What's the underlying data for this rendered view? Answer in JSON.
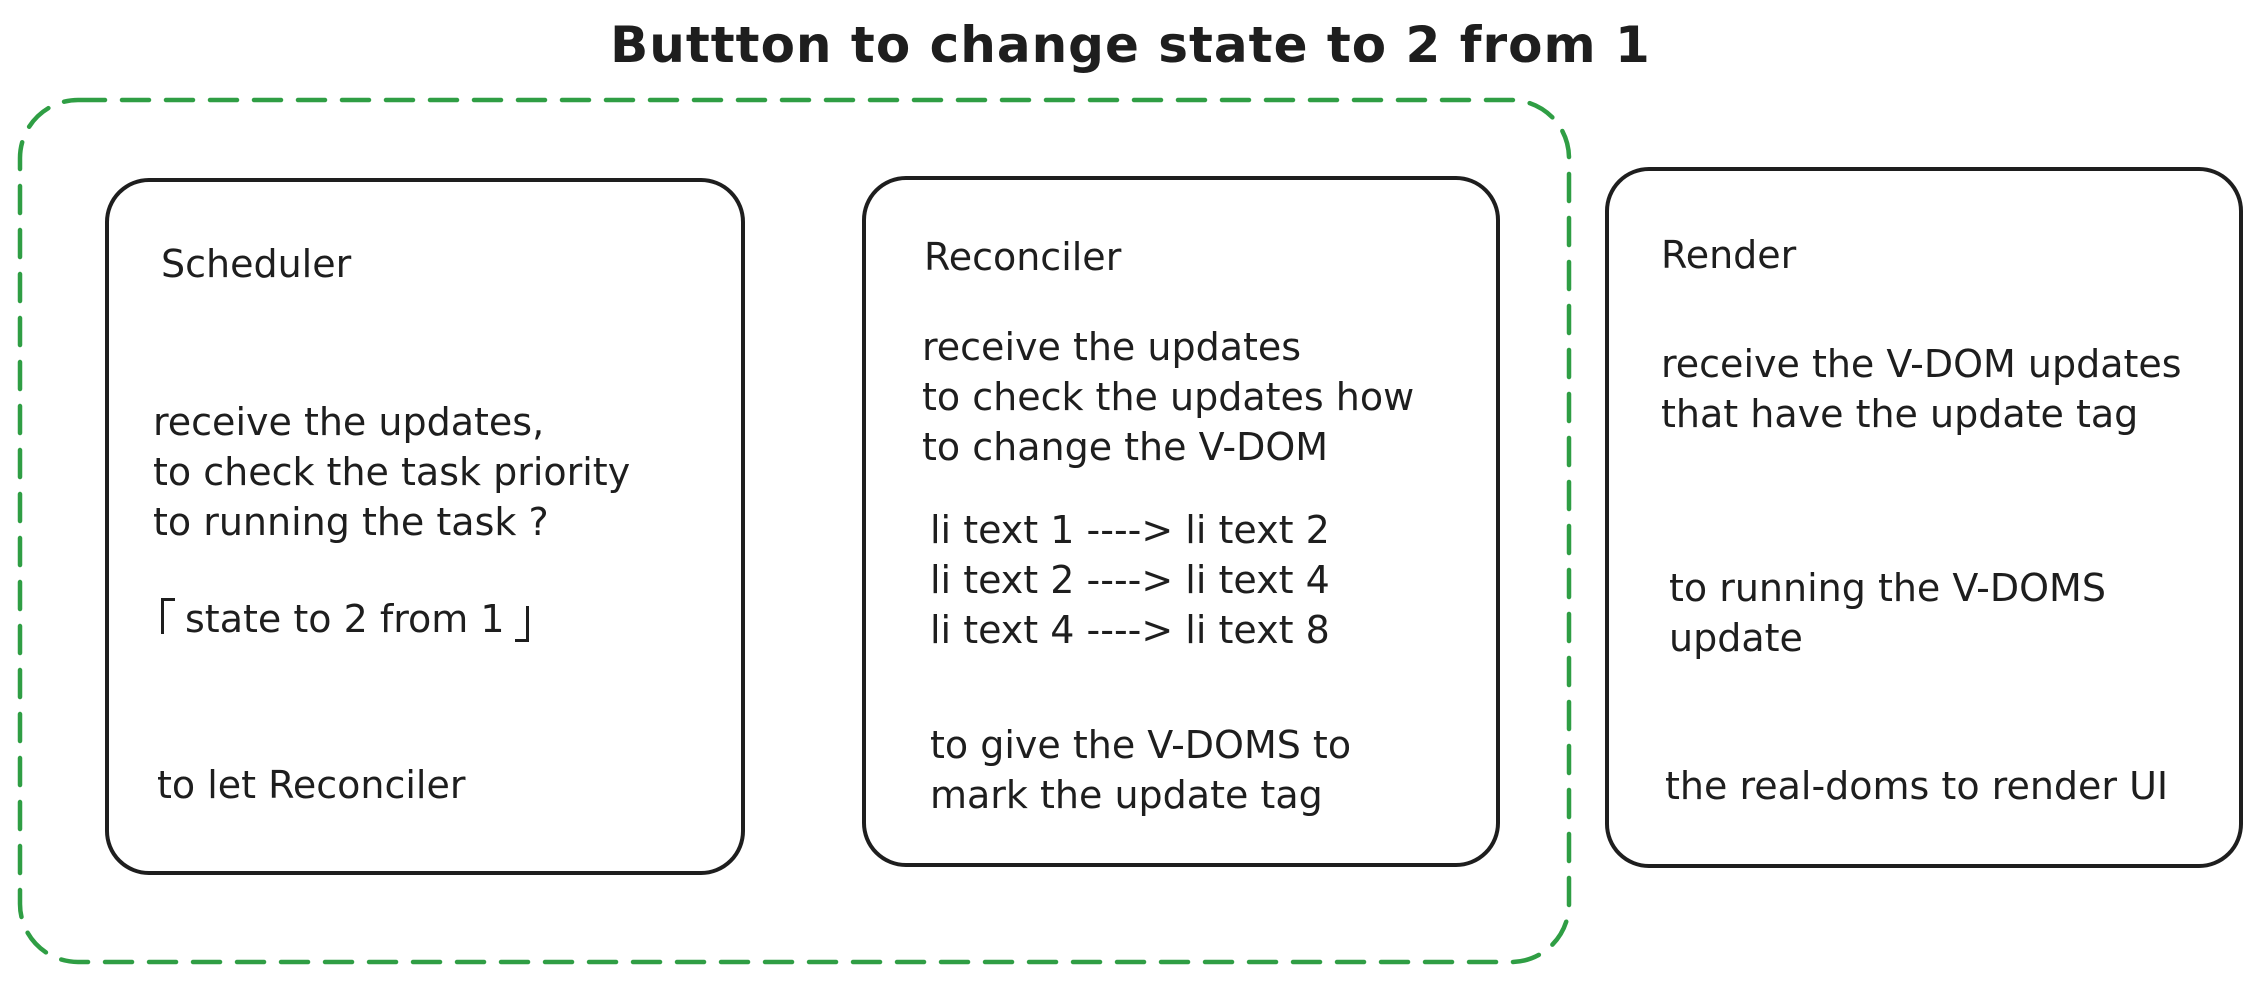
{
  "title": "Buttton to change state to 2 from 1",
  "colors": {
    "stroke": "#1e1e1e",
    "group_outline": "#2f9e44",
    "background": "#ffffff"
  },
  "group": {
    "description": "dashed group outline enclosing Scheduler and Reconciler"
  },
  "nodes": {
    "scheduler": {
      "label": "Scheduler",
      "body": "receive the updates,\nto check the task priority\nto running the task ?",
      "quote_open": "「",
      "quote_text": "state to 2 from 1",
      "quote_close": "」",
      "footer": "to let Reconciler"
    },
    "reconciler": {
      "label": "Reconciler",
      "body": "receive the updates\nto check the updates how\nto change the V-DOM",
      "diff_lines": "li text 1 ----> li text 2\nli text 2 ----> li text 4\nli text 4 ----> li text 8",
      "footer": "to give the V-DOMS to\nmark the update tag"
    },
    "render": {
      "label": "Render",
      "body": "receive the V-DOM updates\nthat have the update tag",
      "middle": "to running the V-DOMS\nupdate",
      "footer": "the real-doms to render UI"
    }
  }
}
